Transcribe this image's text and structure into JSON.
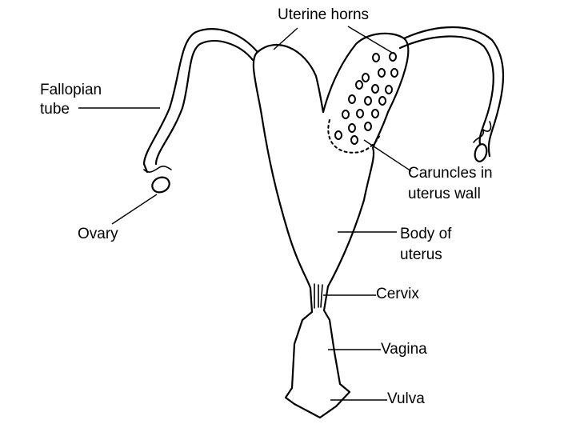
{
  "labels": {
    "uterine_horns": "Uterine horns",
    "fallopian_tube_line1": "Fallopian",
    "fallopian_tube_line2": "tube",
    "caruncles_line1": "Caruncles in",
    "caruncles_line2": "uterus wall",
    "ovary": "Ovary",
    "body_line1": "Body of",
    "body_line2": "uterus",
    "cervix": "Cervix",
    "vagina": "Vagina",
    "vulva": "Vulva"
  },
  "colors": {
    "ink": "#000000",
    "background": "#ffffff"
  }
}
